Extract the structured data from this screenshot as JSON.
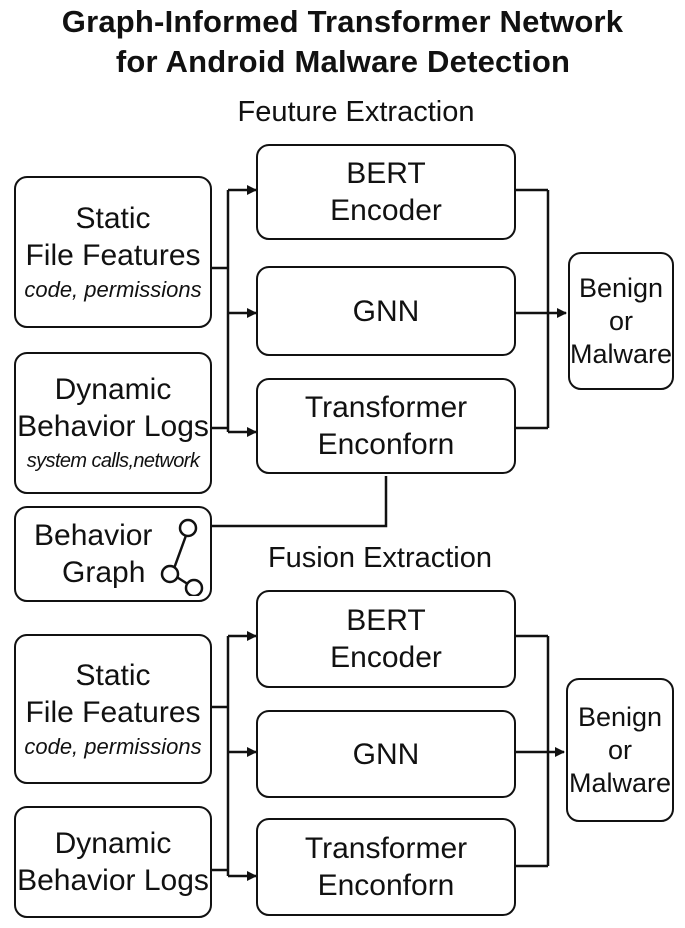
{
  "title": {
    "line1": "Graph-Informed Transformer Network",
    "line2": "for Android Malware Detection"
  },
  "top": {
    "section_label": "Feuture Extraction",
    "static": {
      "line1": "Static",
      "line2": "File Features",
      "sub": "code, permissions"
    },
    "dynamic": {
      "line1": "Dynamic",
      "line2": "Behavior Logs",
      "sub": "system calls,network"
    },
    "graph": {
      "line1": "Behavior",
      "line2": "Graph"
    },
    "bert": {
      "line1": "BERT",
      "line2": "Encoder"
    },
    "gnn": {
      "line1": "GNN"
    },
    "transformer": {
      "line1": "Transformer",
      "line2": "Enconforn"
    },
    "output": {
      "line1": "Benign",
      "line2": "or",
      "line3": "Malware"
    }
  },
  "bottom": {
    "section_label": "Fusion Extraction",
    "static": {
      "line1": "Static",
      "line2": "File Features",
      "sub": "code, permissions"
    },
    "dynamic": {
      "line1": "Dynamic",
      "line2": "Behavior Logs"
    },
    "bert": {
      "line1": "BERT",
      "line2": "Encoder"
    },
    "gnn": {
      "line1": "GNN"
    },
    "transformer": {
      "line1": "Transformer",
      "line2": "Enconforn"
    },
    "output": {
      "line1": "Benign",
      "line2": "or",
      "line3": "Malware"
    }
  }
}
